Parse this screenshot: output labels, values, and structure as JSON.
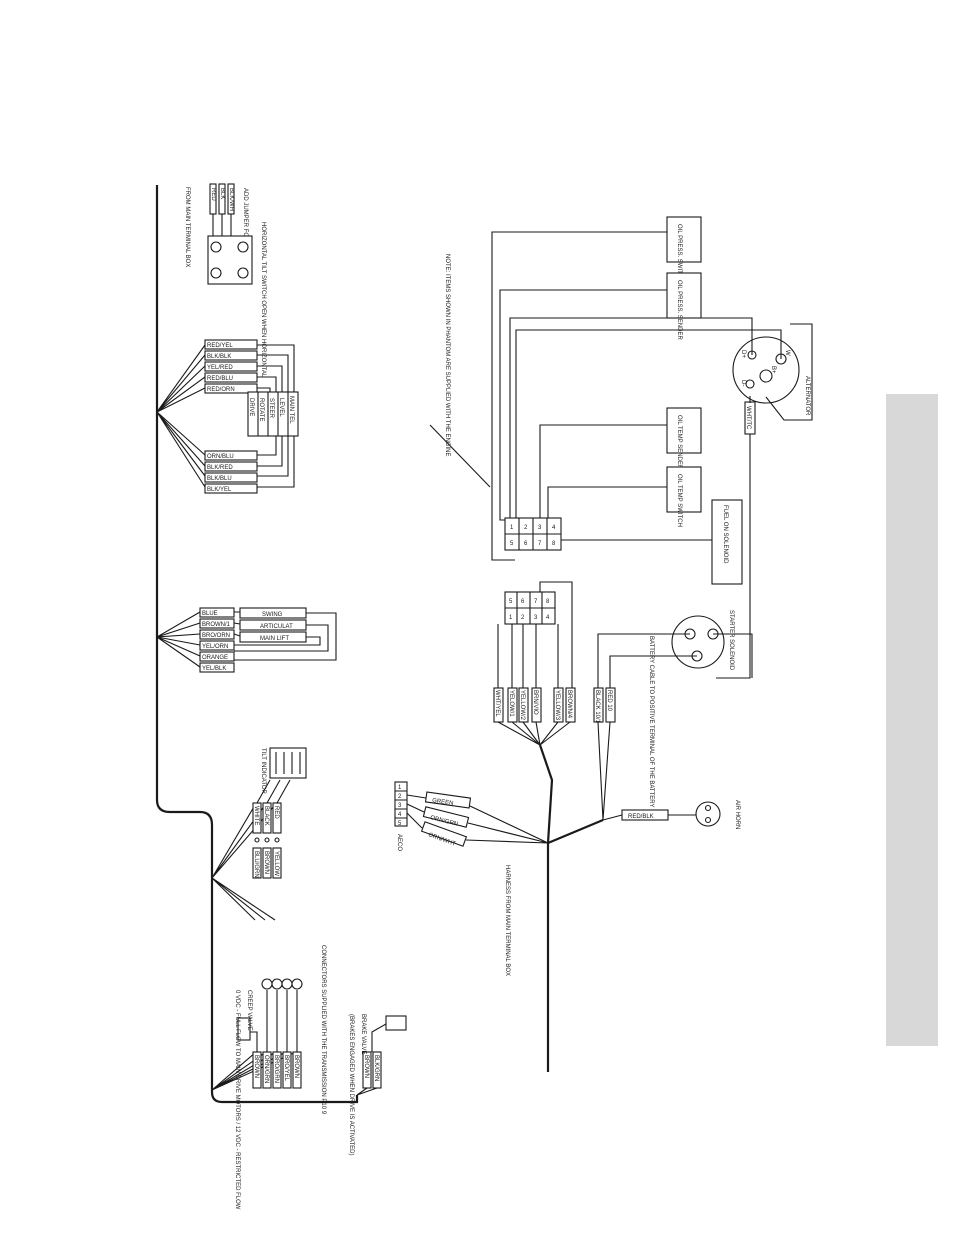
{
  "left": {
    "main_harness_label": "FROM MAIN TERMINAL BOX",
    "horizontal_tilt": {
      "title": "HORIZONTAL TILT SWITCH OPEN WHEN HORIZONTAL",
      "wires": [
        "RED",
        "BLK",
        "BLK/WH"
      ],
      "note": "ADD JUMPER FOR AUTO HR"
    },
    "upper_controls": {
      "left_wires": [
        "RED/YEL",
        "BLK/BLK",
        "YEL/RED",
        "RED/BLU",
        "RED/ORN"
      ],
      "right_wires": [
        "ORN/BLU",
        "BLK/RED",
        "BLK/BLU",
        "BLK/YEL"
      ],
      "functions": [
        "MAIN TEL",
        "LEVEL",
        "STEER",
        "ROTATE",
        "DRIVE"
      ]
    },
    "middle_controls": {
      "wires": [
        "BLUE",
        "BROWN/1",
        "BRO/ORN",
        "YEL/ORN",
        "ORANGE",
        "YEL/BLK"
      ],
      "functions": [
        "SWING",
        "ARTICULAT",
        "MAIN LIFT"
      ]
    },
    "tilt_indicator": {
      "title": "TILT INDICATOR",
      "wires": [
        "RED",
        "BLACK",
        "WHITE",
        "YELLOW",
        "BROWN",
        "BLU/GRN"
      ]
    },
    "lower": {
      "connector_note": "CONNECTORS SUPPLIED WITH THE TRANSMISSION P10 9",
      "wires": [
        "BROWN",
        "ORN/GRN",
        "BRO/GRN",
        "BRO/YEL",
        "BROWN"
      ],
      "creep_valve": "CREEP VALVE",
      "creep_note": "0 VDC - FULL FLOW TO MAIN DRIVE MOTORS / 12 VDC - RESTRICTED FLOW",
      "brake_valve": "BRAKE VALVE",
      "brake_note": "(BRAKES ENGAGED WHEN DRIVE IS ACTIVATED)",
      "brake_wires": [
        "BLK/GRN",
        "BROWN"
      ]
    }
  },
  "right": {
    "note": "NOTE: ITEMS SHOWN IN PHANTOM ARE SUPPLIED WITH THE ENGINE",
    "oil_press_switch": "OIL PRESS. SWITCH",
    "oil_press_sender": "OIL PRESS. SENDER",
    "oil_temp_sender": "OIL TEMP SENDER",
    "oil_temp_switch": "OIL TEMP SWITCH",
    "alternator": "ALTERNATOR",
    "alternator_terminals": [
      "D+",
      "W",
      "B+",
      "D-"
    ],
    "wht_tc": "WHT/TC",
    "fuel_solenoid": "FUEL ON SOLENOID",
    "engine_connector_pins": [
      "1",
      "2",
      "3",
      "4",
      "5",
      "6",
      "7",
      "8"
    ],
    "harness_connector_pins": [
      "1",
      "2",
      "3",
      "4",
      "5",
      "6",
      "7",
      "8"
    ],
    "harness_wires": [
      "WHT/YEL",
      "YELOW/1",
      "YELLOW/2",
      "BRN/VIO",
      "YELLOW/3",
      "BROWN/4"
    ],
    "starter_solenoid": "STARTER SOLENOID",
    "battery_note": "BATTERY CABLE TO POSITIVE TERMINAL OF THE BATTERY",
    "starter_wires": [
      "RED 10",
      "BLACK 10/1"
    ],
    "air_horn": "AIR HORN",
    "air_horn_wire": "RED/BLK",
    "aeco": "AECO",
    "aeco_pins": [
      "1",
      "2",
      "3",
      "4",
      "5"
    ],
    "aeco_wires": [
      "GREEN",
      "ORN/GRN",
      "ORN/WHT"
    ],
    "harness_label": "HARNESS FROM MAIN TERMINAL BOX"
  },
  "colors": {
    "line": "#1a1a1a",
    "tab": "#d8d8d8",
    "background": "#ffffff"
  }
}
